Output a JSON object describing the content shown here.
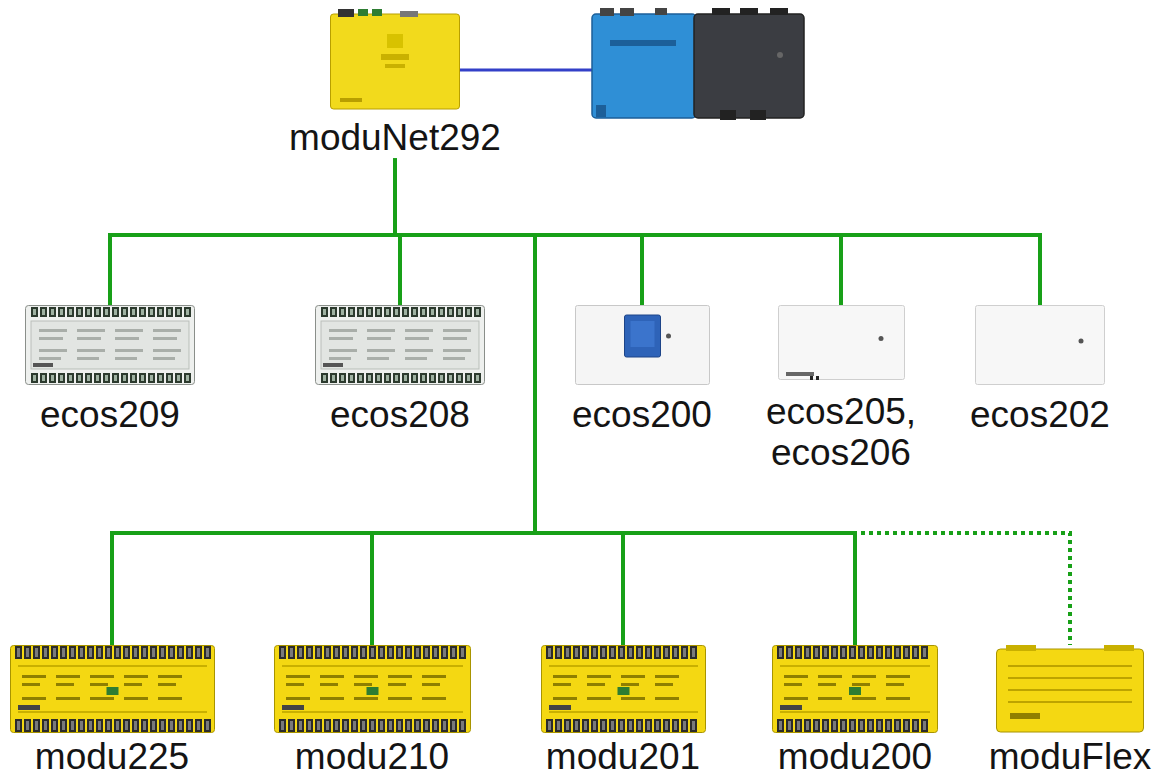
{
  "diagram": {
    "nodes": [
      {
        "text": [
          "moduNet292"
        ]
      },
      {
        "text": [
          "ecos209"
        ]
      },
      {
        "text": [
          "ecos208"
        ]
      },
      {
        "text": [
          "ecos200"
        ]
      },
      {
        "text": [
          "ecos205, ecos206"
        ]
      },
      {
        "text": [
          "ecos202"
        ]
      },
      {
        "text": [
          "modu225"
        ]
      },
      {
        "text": [
          "modu210"
        ]
      },
      {
        "text": [
          "modu201"
        ]
      },
      {
        "text": [
          "modu200"
        ]
      },
      {
        "text": [
          "moduFlex"
        ]
      }
    ],
    "edges": [
      {
        "from": 0,
        "to": 1,
        "arrow": "none"
      },
      {
        "from": 0,
        "to": 2,
        "arrow": "none"
      },
      {
        "from": 0,
        "to": 3,
        "arrow": "none"
      },
      {
        "from": 0,
        "to": 4,
        "arrow": "none"
      },
      {
        "from": 0,
        "to": 5,
        "arrow": "none"
      },
      {
        "from": 0,
        "to": 6,
        "arrow": "none"
      },
      {
        "from": 0,
        "to": 7,
        "arrow": "none"
      },
      {
        "from": 0,
        "to": 8,
        "arrow": "none"
      },
      {
        "from": 0,
        "to": 9,
        "arrow": "none"
      },
      {
        "from": 0,
        "to": 10,
        "arrow": "none"
      }
    ]
  }
}
